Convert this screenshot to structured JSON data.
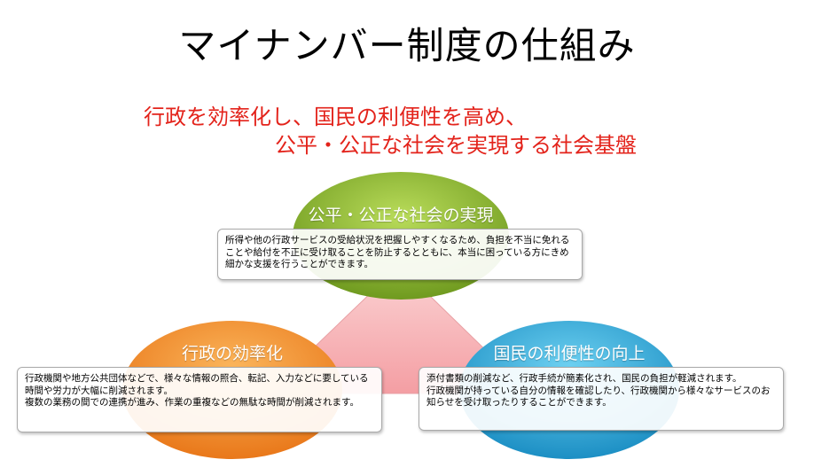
{
  "title": "マイナンバー制度の仕組み",
  "subtitle": {
    "line1": "行政を効率化し、国民の利便性を高め、",
    "line2": "公平・公正な社会を実現する社会基盤"
  },
  "colors": {
    "accent_red": "#e3231b",
    "top_ellipse": "#8ab832",
    "left_ellipse": "#f5902a",
    "right_ellipse": "#2ba8d8",
    "triangle": "#f6b6b8"
  },
  "pillars": {
    "top": {
      "label": "公平・公正な社会の実現",
      "text": "所得や他の行政サービスの受給状況を把握しやすくなるため、負担を不当に免れることや給付を不正に受け取ることを防止するとともに、本当に困っている方にきめ細かな支援を行うことができます。"
    },
    "left": {
      "label": "行政の効率化",
      "text1": "行政機関や地方公共団体などで、様々な情報の照合、転記、入力などに要している時間や労力が大幅に削減されます。",
      "text2": "複数の業務の間での連携が進み、作業の重複などの無駄な時間が削減されます。"
    },
    "right": {
      "label": "国民の利便性の向上",
      "text1": "添付書類の削減など、行政手続が簡素化され、国民の負担が軽減されます。",
      "text2": "行政機関が持っている自分の情報を確認したり、行政機関から様々なサービスのお知らせを受け取ったりすることができます。"
    }
  }
}
